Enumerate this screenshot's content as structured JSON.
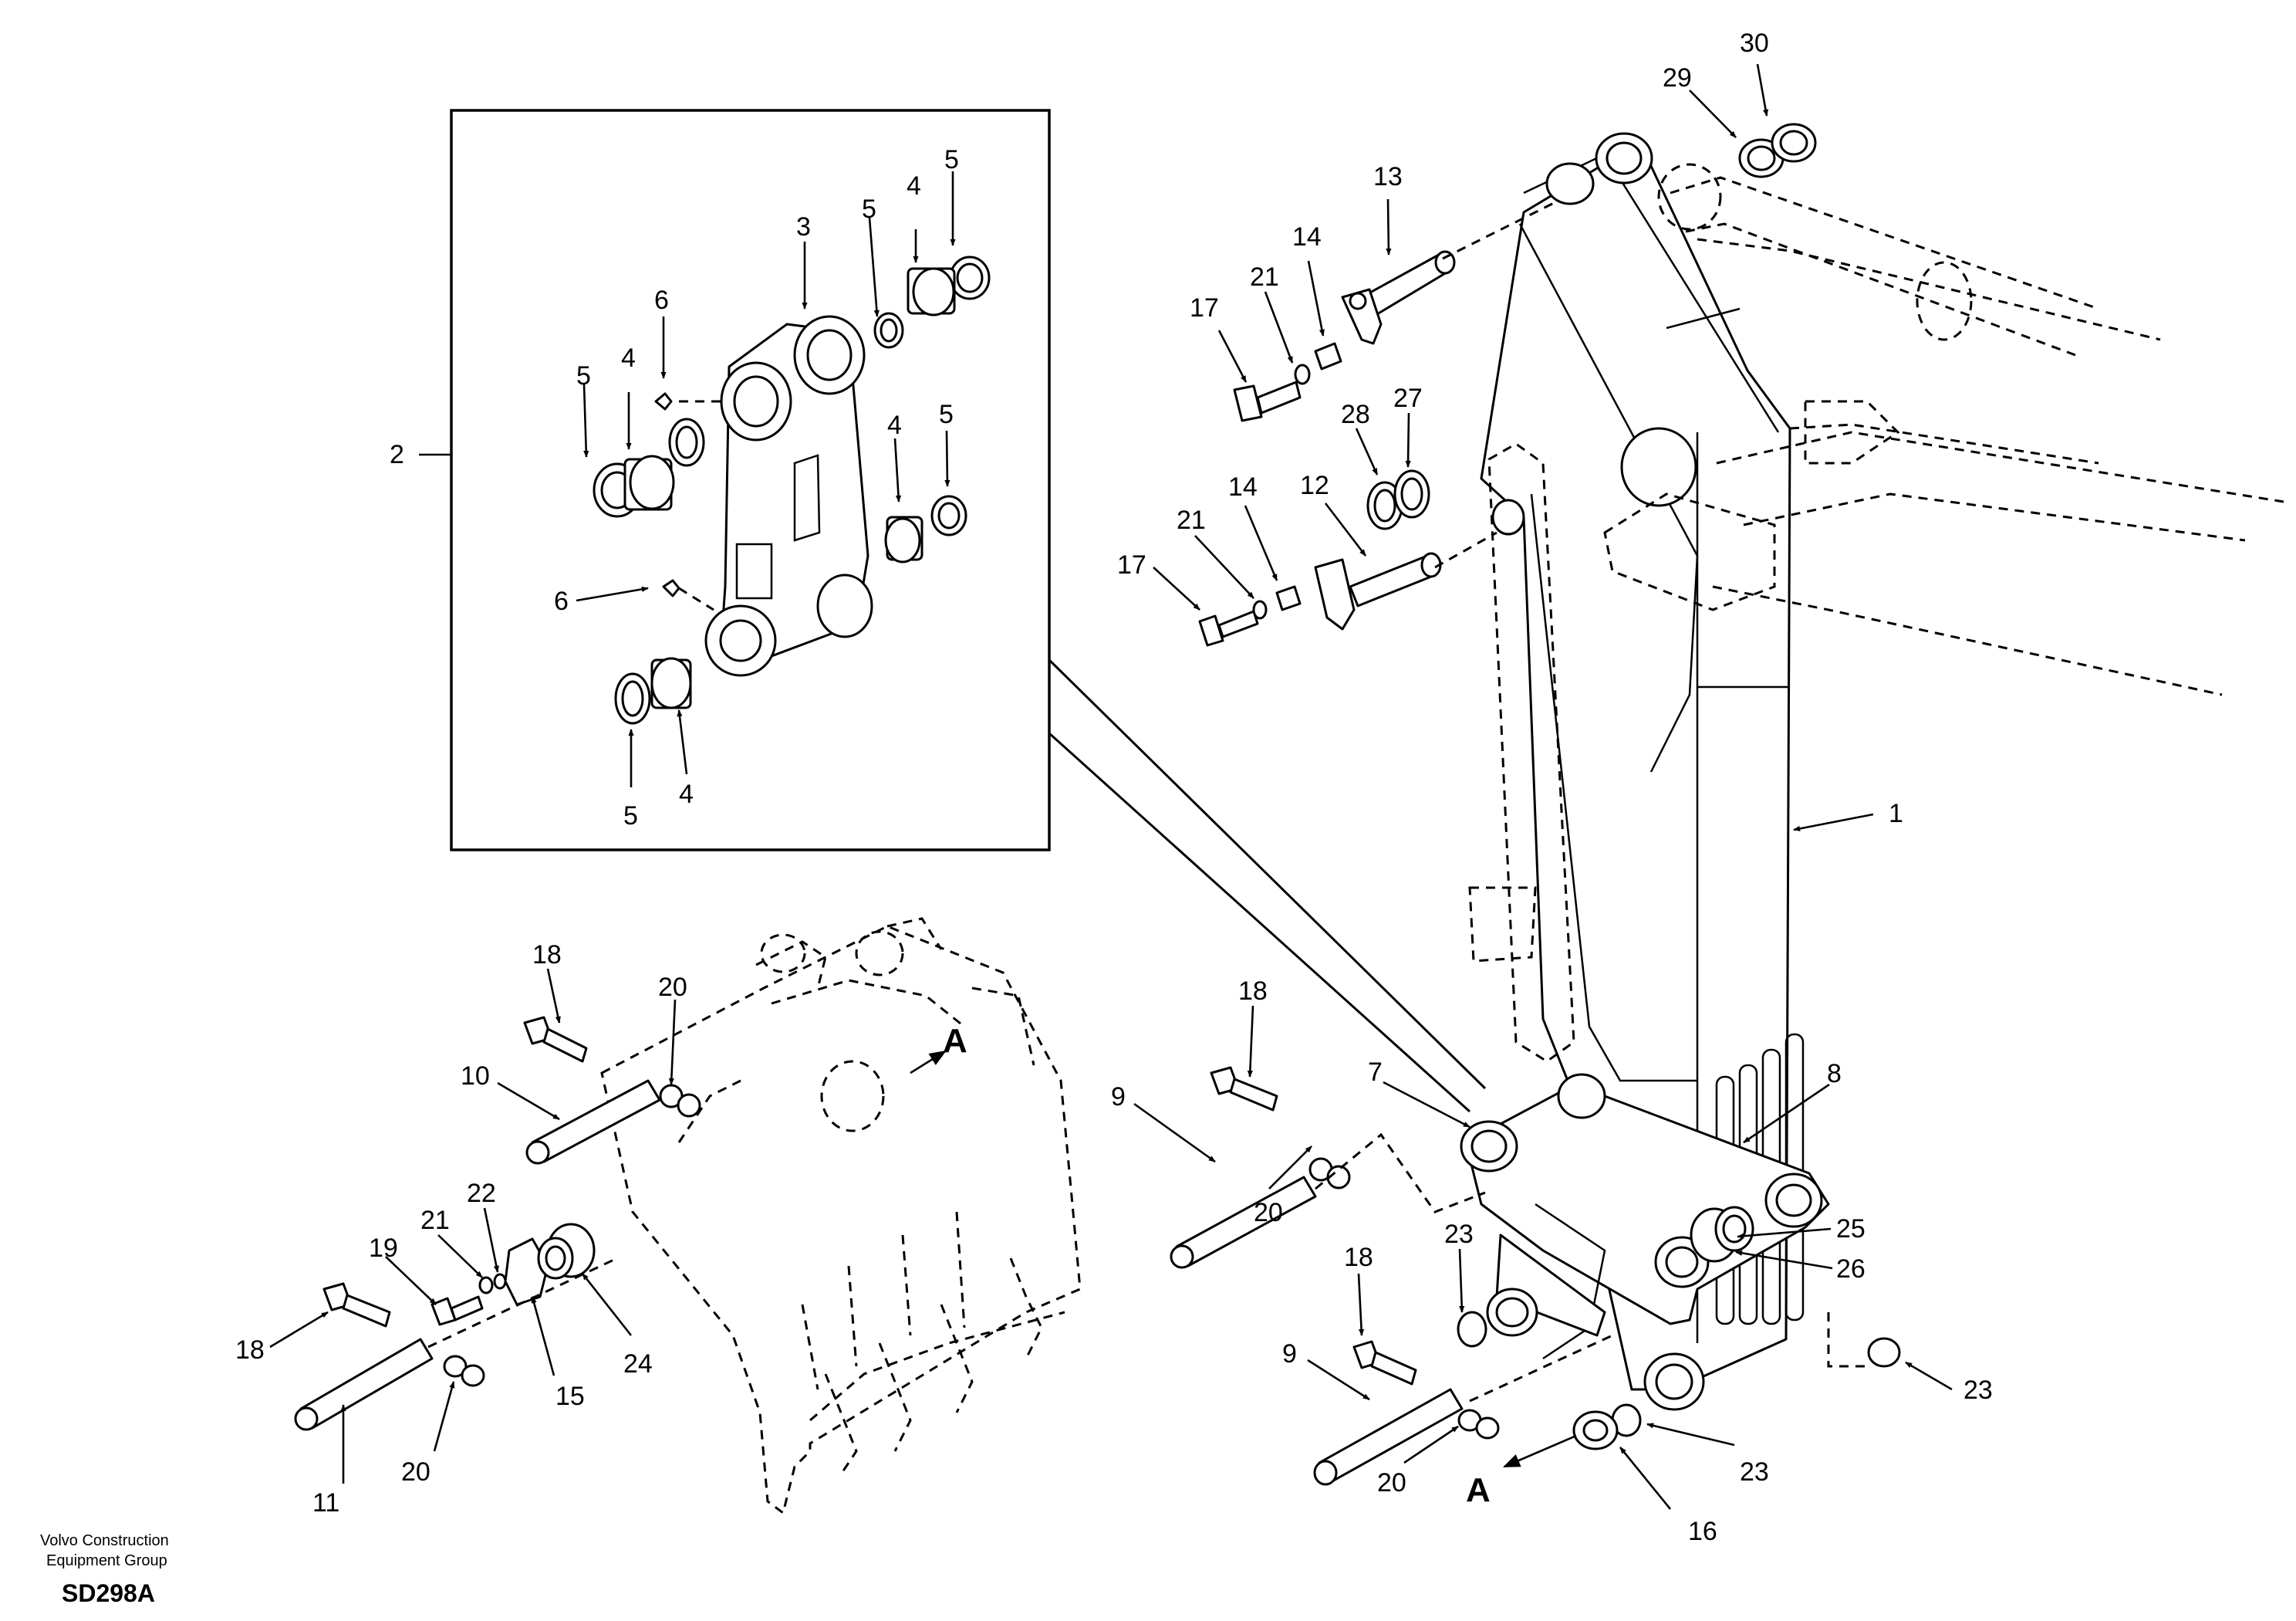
{
  "diagram": {
    "view_marker": "A",
    "labels": {
      "l1": "1",
      "l2": "2",
      "l3": "3",
      "l4a": "4",
      "l4b": "4",
      "l4c": "4",
      "l4d": "4",
      "l5a": "5",
      "l5b": "5",
      "l5c": "5",
      "l5d": "5",
      "l5e": "5",
      "l6a": "6",
      "l6b": "6",
      "l7": "7",
      "l8": "8",
      "l9a": "9",
      "l9b": "9",
      "l10": "10",
      "l11": "11",
      "l12": "12",
      "l13": "13",
      "l14a": "14",
      "l14b": "14",
      "l15": "15",
      "l16": "16",
      "l17a": "17",
      "l17b": "17",
      "l18a": "18",
      "l18b": "18",
      "l18c": "18",
      "l18d": "18",
      "l19": "19",
      "l20a": "20",
      "l20b": "20",
      "l20c": "20",
      "l20d": "20",
      "l21a": "21",
      "l21b": "21",
      "l21c": "21",
      "l22": "22",
      "l23a": "23",
      "l23b": "23",
      "l23c": "23",
      "l24": "24",
      "l25": "25",
      "l26": "26",
      "l27": "27",
      "l28": "28",
      "l29": "29",
      "l30": "30"
    }
  },
  "footer": {
    "company_line1": "Volvo Construction",
    "company_line2": "Equipment Group",
    "drawing_code": "SD298A"
  }
}
